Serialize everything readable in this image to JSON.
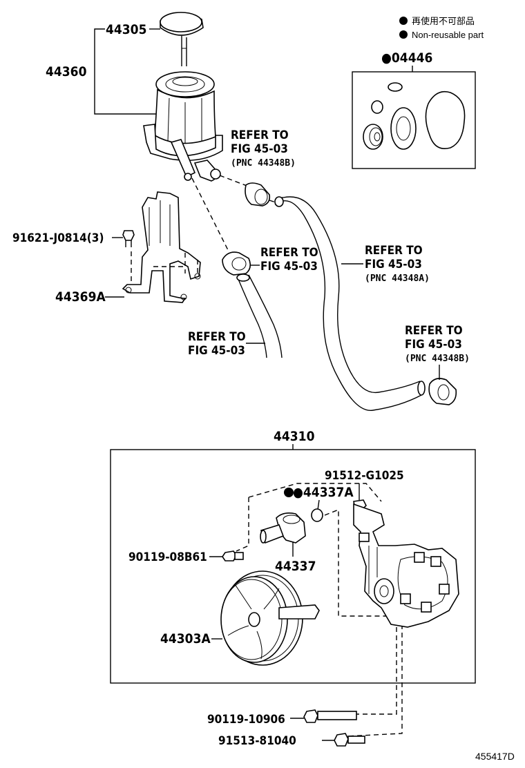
{
  "legend": {
    "symbol": "●",
    "label_jp": "再使用不可部品",
    "label_en": "Non-reusable part"
  },
  "parts": {
    "p44305": "44305",
    "p44360": "44360",
    "p04446": "●04446",
    "p91621": "91621-J0814(3)",
    "p44369A": "44369A",
    "p44310": "44310",
    "p91512": "91512-G1025",
    "p44337A": "●44337A",
    "p90119a": "90119-08B61",
    "p44337": "44337",
    "p44303A": "44303A",
    "p90119b": "90119-10906",
    "p91513": "91513-81040"
  },
  "refs": {
    "r1": {
      "line1": "REFER TO",
      "line2": "FIG 45-03",
      "line3": "(PNC 44348B)"
    },
    "r2": {
      "line1": "REFER TO",
      "line2": "FIG 45-03"
    },
    "r3": {
      "line1": "REFER TO",
      "line2": "FIG 45-03",
      "line3": "(PNC 44348A)"
    },
    "r4": {
      "line1": "REFER TO",
      "line2": "FIG 45-03"
    },
    "r5": {
      "line1": "REFER TO",
      "line2": "FIG 45-03",
      "line3": "(PNC 44348B)"
    }
  },
  "figure_id": "455417D"
}
